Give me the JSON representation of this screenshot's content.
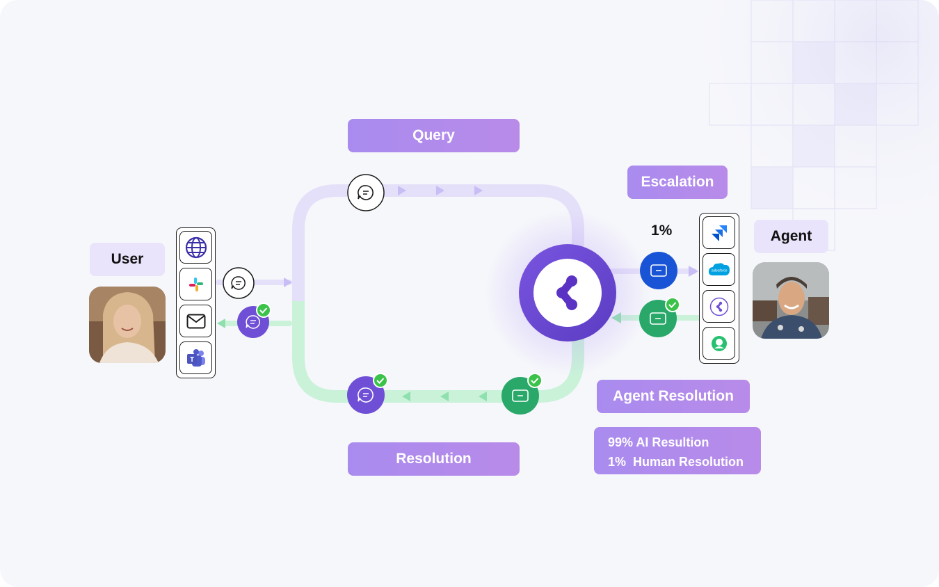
{
  "labels": {
    "query": "Query",
    "resolution": "Resolution",
    "escalation": "Escalation",
    "agent_resolution": "Agent Resolution",
    "user": "User",
    "agent": "Agent"
  },
  "escalation_percent": "1%",
  "resolution_stats": {
    "ai": "99% AI Resultion",
    "human": "1%  Human Resolution"
  },
  "user_channels": [
    "globe-icon",
    "slack-icon",
    "mail-icon",
    "teams-icon"
  ],
  "agent_tools": [
    "jira-icon",
    "salesforce-icon",
    "platform-icon",
    "freshdesk-icon"
  ],
  "salesforce_text": "salesforce",
  "teams_letter": "T",
  "colors": {
    "query_track": "#e5e0f9",
    "resolution_track": "#c9f2d9",
    "purple": "#6f4fd6",
    "green": "#2aa86a",
    "blue": "#1a54d6",
    "check": "#3bc24a"
  }
}
